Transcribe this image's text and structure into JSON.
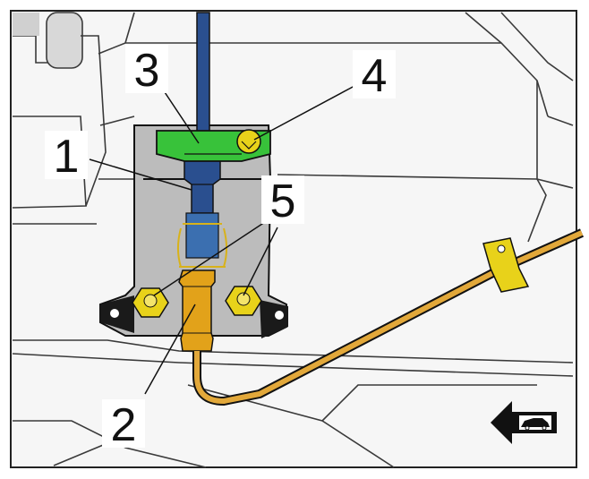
{
  "callouts": {
    "c1": "1",
    "c2": "2",
    "c3": "3",
    "c4": "4",
    "c5": "5"
  },
  "colors": {
    "clamp": "#38c23a",
    "nut": "#e8d21a",
    "coupling": "#e2a21a",
    "brake_line": "#e2a83a",
    "hose": "#2a4f8f",
    "bracket": "#b9b9b9",
    "body_panel": "#efefef",
    "outline": "#111111"
  },
  "icons": {
    "direction": "arrow-left-car-icon"
  }
}
